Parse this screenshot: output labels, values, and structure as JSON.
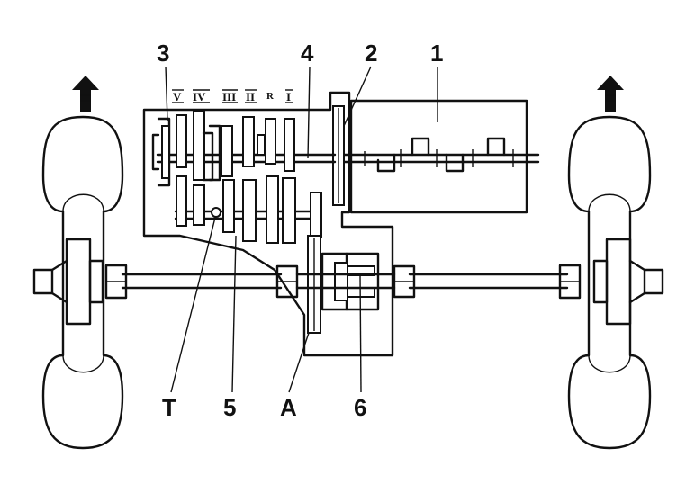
{
  "labels": {
    "l1": "1",
    "l2": "2",
    "l3": "3",
    "l4": "4",
    "l5": "5",
    "l6": "6",
    "lT": "T",
    "lA": "A"
  },
  "gear_labels": [
    "V",
    "IV",
    "III",
    "II",
    "R",
    "I"
  ],
  "colors": {
    "ink": "#111111",
    "paper": "#ffffff"
  }
}
